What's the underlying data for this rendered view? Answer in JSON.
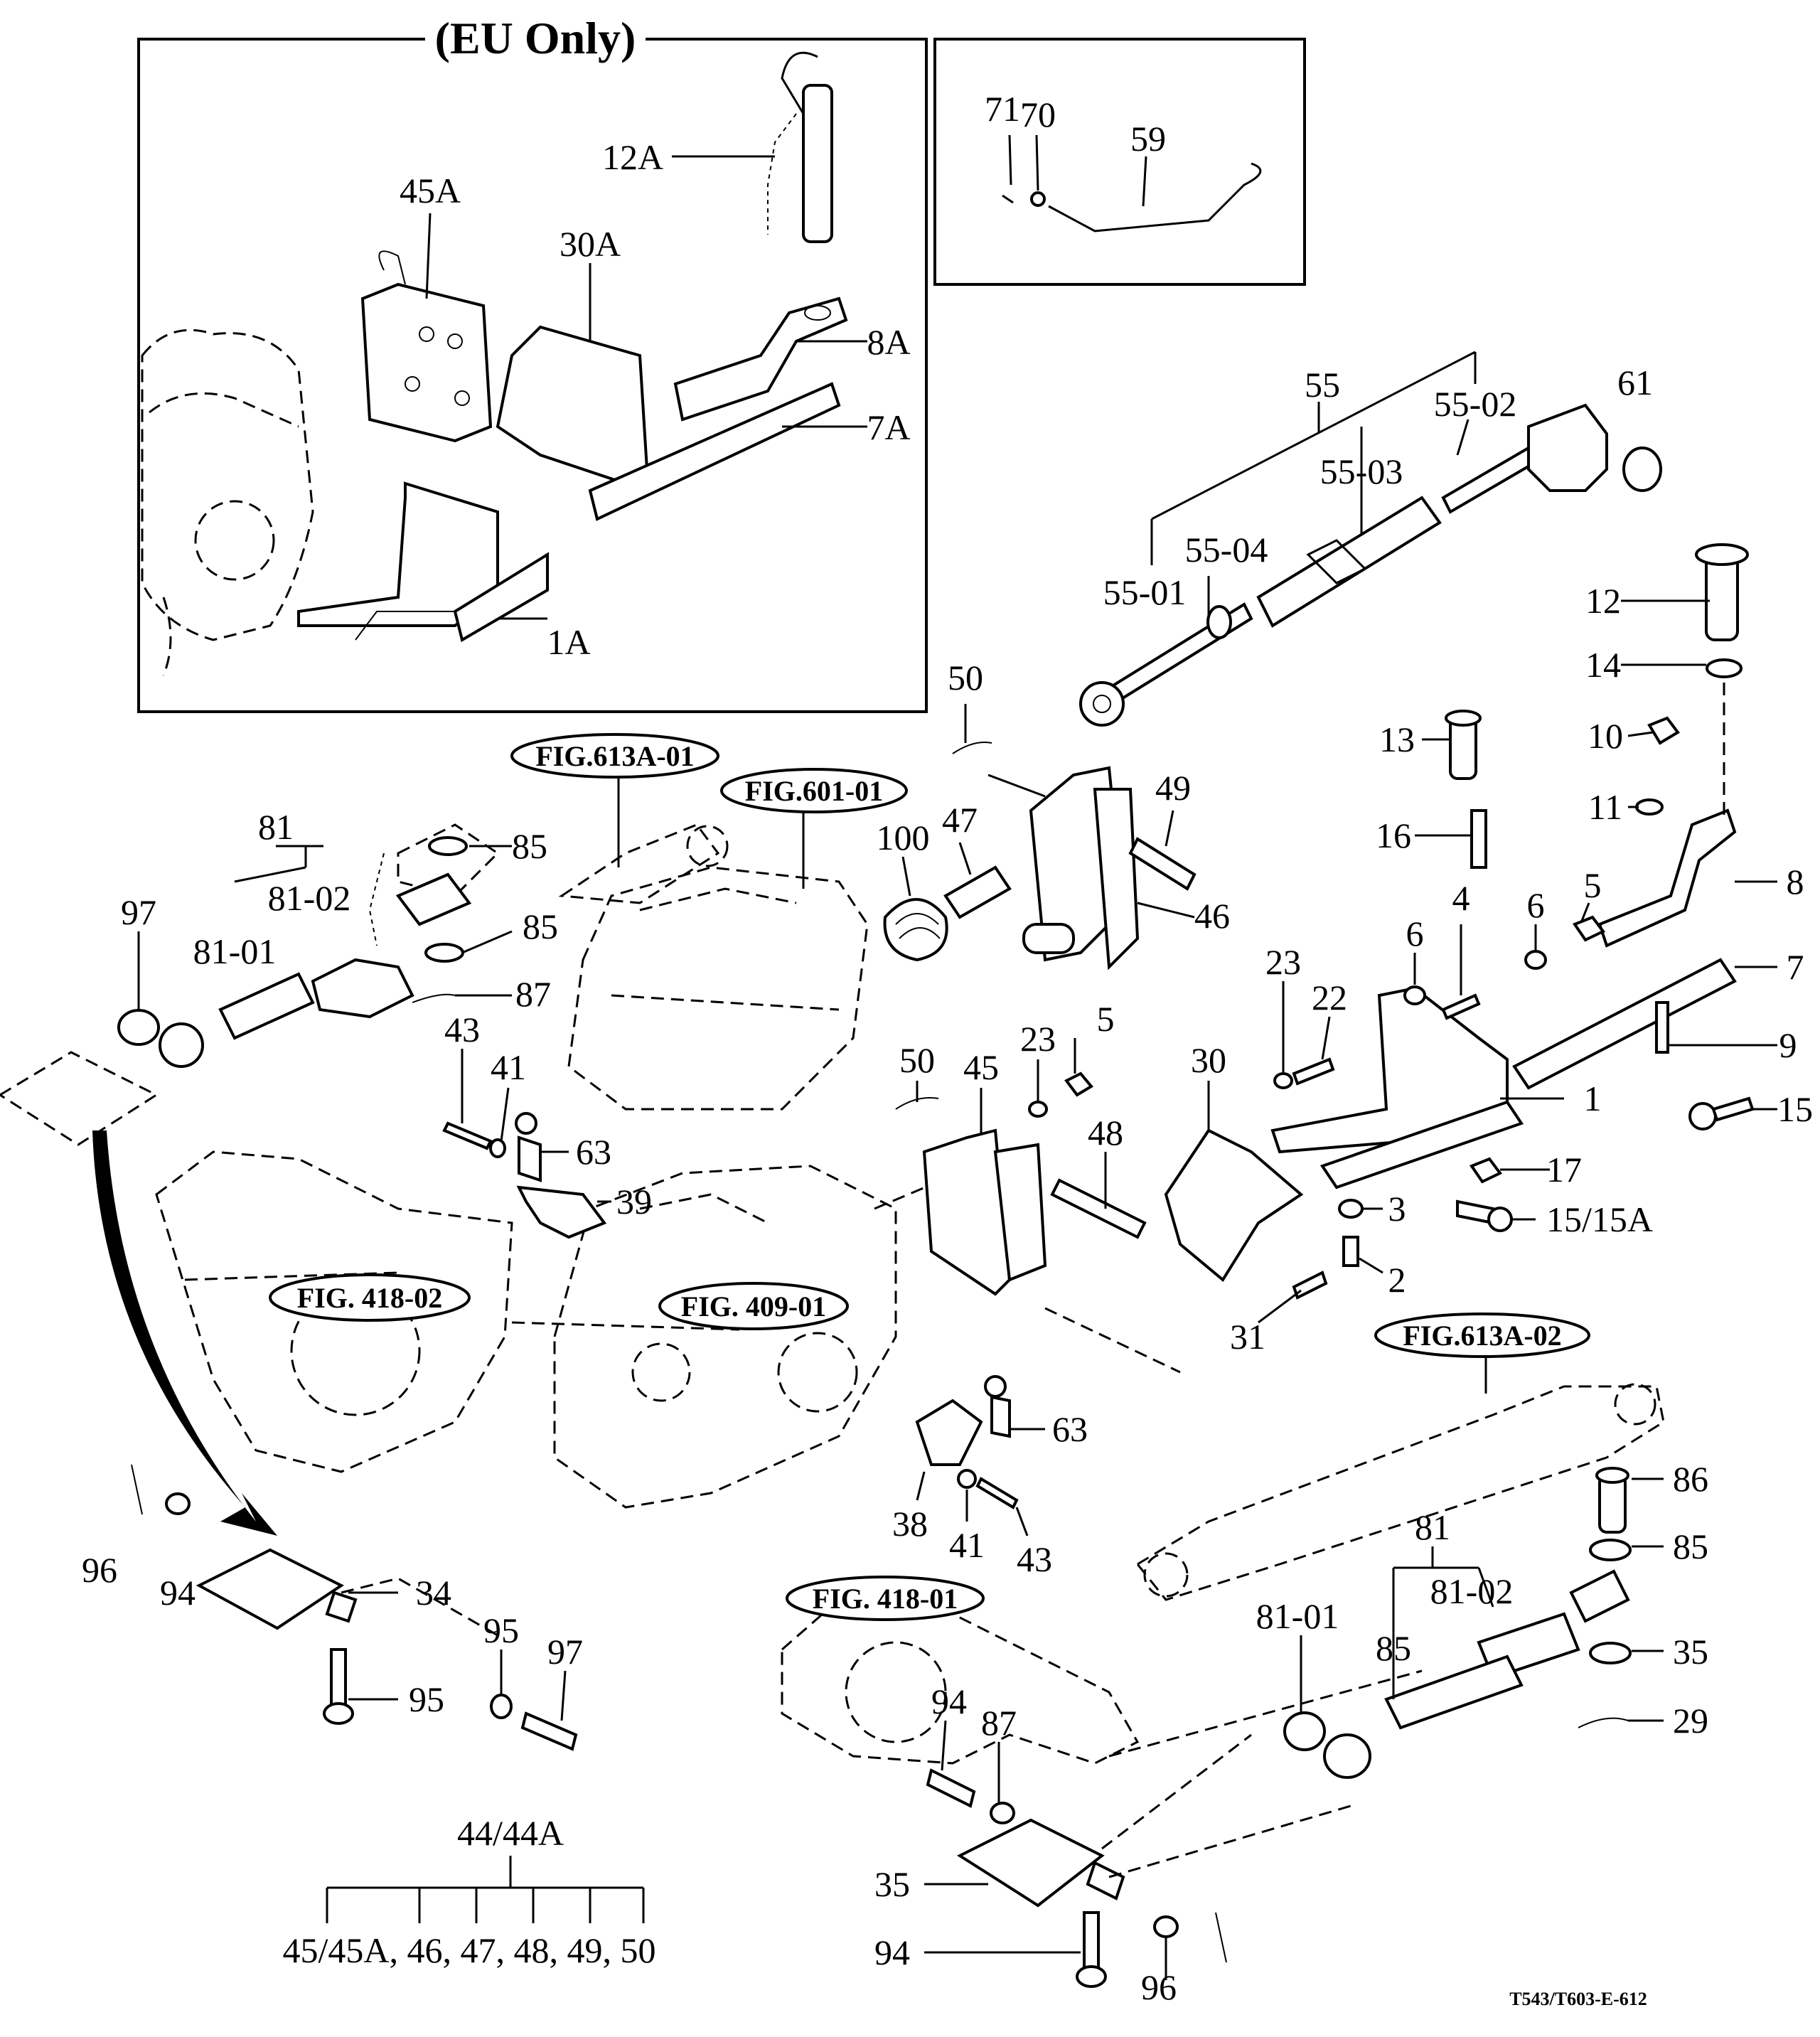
{
  "inset_eu": {
    "title": "(EU Only)",
    "labels": [
      "12A",
      "45A",
      "30A",
      "8A",
      "7A",
      "1A"
    ]
  },
  "inset_small": {
    "labels": [
      "71",
      "70",
      "59"
    ]
  },
  "top_link": {
    "labels": [
      "55",
      "55-02",
      "61",
      "55-03",
      "55-04",
      "55-01"
    ]
  },
  "figure_refs": [
    "FIG.613A-01",
    "FIG.601-01",
    "FIG. 418-02",
    "FIG. 409-01",
    "FIG.613A-02",
    "FIG. 418-01"
  ],
  "callouts": [
    "50",
    "12",
    "14",
    "13",
    "10",
    "49",
    "100",
    "47",
    "11",
    "16",
    "81",
    "85",
    "81-02",
    "97",
    "81-01",
    "85",
    "87",
    "46",
    "5",
    "8",
    "6",
    "4",
    "6",
    "23",
    "22",
    "7",
    "23",
    "5",
    "50",
    "45",
    "30",
    "9",
    "43",
    "41",
    "1",
    "15",
    "63",
    "48",
    "17",
    "39",
    "3",
    "15/15A",
    "2",
    "31",
    "63",
    "38",
    "41",
    "43",
    "86",
    "81",
    "85",
    "81-02",
    "96",
    "34",
    "94",
    "95",
    "97",
    "81-01",
    "85",
    "35",
    "95",
    "94",
    "87",
    "29",
    "35",
    "94",
    "96"
  ],
  "group_assembly": {
    "parent": "44/44A",
    "children_text": "45/45A, 46, 47, 48, 49, 50"
  },
  "drawing_code": "T543/T603-E-612"
}
